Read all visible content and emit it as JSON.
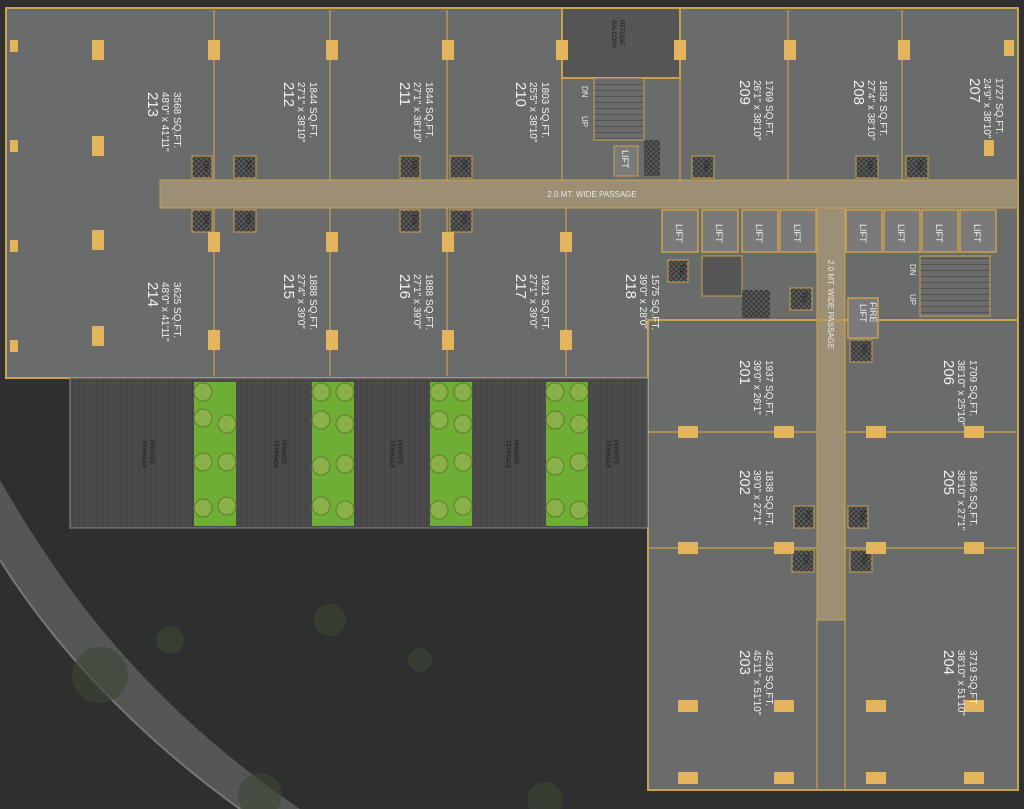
{
  "units": [
    {
      "id": "213",
      "dims": "48'0\" x 41'11\"",
      "area": "3568 SQ.FT."
    },
    {
      "id": "212",
      "dims": "27'1\" x 38'10\"",
      "area": "1844 SQ.FT."
    },
    {
      "id": "211",
      "dims": "27'1\" x 38'10\"",
      "area": "1844 SQ.FT."
    },
    {
      "id": "210",
      "dims": "25'5\" x 38'10\"",
      "area": "1803 SQ.FT."
    },
    {
      "id": "209",
      "dims": "26'1\" x 38'10\"",
      "area": "1769 SQ.FT."
    },
    {
      "id": "208",
      "dims": "27'4\" x 38'10\"",
      "area": "1832 SQ.FT."
    },
    {
      "id": "207",
      "dims": "24'9\" x 38'10\"",
      "area": "1727 SQ.FT."
    },
    {
      "id": "214",
      "dims": "48'0\" x 41'11\"",
      "area": "3625 SQ.FT."
    },
    {
      "id": "215",
      "dims": "27'4\" x 39'0\"",
      "area": "1888 SQ.FT."
    },
    {
      "id": "216",
      "dims": "27'1\" x 39'0\"",
      "area": "1888 SQ.FT."
    },
    {
      "id": "217",
      "dims": "27'1\" x 39'0\"",
      "area": "1921 SQ.FT."
    },
    {
      "id": "218",
      "dims": "39'0\" x 28'0\"",
      "area": "1575 SQ.FT."
    },
    {
      "id": "201",
      "dims": "39'0\" x 26'1\"",
      "area": "1937 SQ.FT."
    },
    {
      "id": "206",
      "dims": "38'10\" x 25'10\"",
      "area": "1709 SQ.FT."
    },
    {
      "id": "202",
      "dims": "39'0\" x 27'1\"",
      "area": "1838 SQ.FT."
    },
    {
      "id": "205",
      "dims": "38'10\" x 27'1\"",
      "area": "1846 SQ.FT."
    },
    {
      "id": "203",
      "dims": "45'11\" x 51'10\"",
      "area": "4230 SQ.FT."
    },
    {
      "id": "204",
      "dims": "38'10\" x 51'10\"",
      "area": "3719 SQ.FT."
    }
  ],
  "labels": {
    "passage_h": "2.0 MT. WIDE PASSAGE",
    "passage_v": "2.0 MT. WIDE PASSAGE",
    "refuge": [
      "REFUGE",
      "BALCONY"
    ],
    "lift": "LIFT",
    "fire_lift": [
      "FIRE",
      "LIFT"
    ],
    "toilet": "TOI.",
    "dn": "DN",
    "up": "UP",
    "terrace": [
      "PRIVATE",
      "TERRACE"
    ]
  },
  "colors": {
    "background": "#2e2e2e",
    "unit_fill": "#6a6b6b",
    "passage": "#9c8f74",
    "wall_gold": "#c9a24e",
    "column": "#e3b45c",
    "terrace_deck": "#4a4a4a",
    "planter": "#6fae34"
  }
}
